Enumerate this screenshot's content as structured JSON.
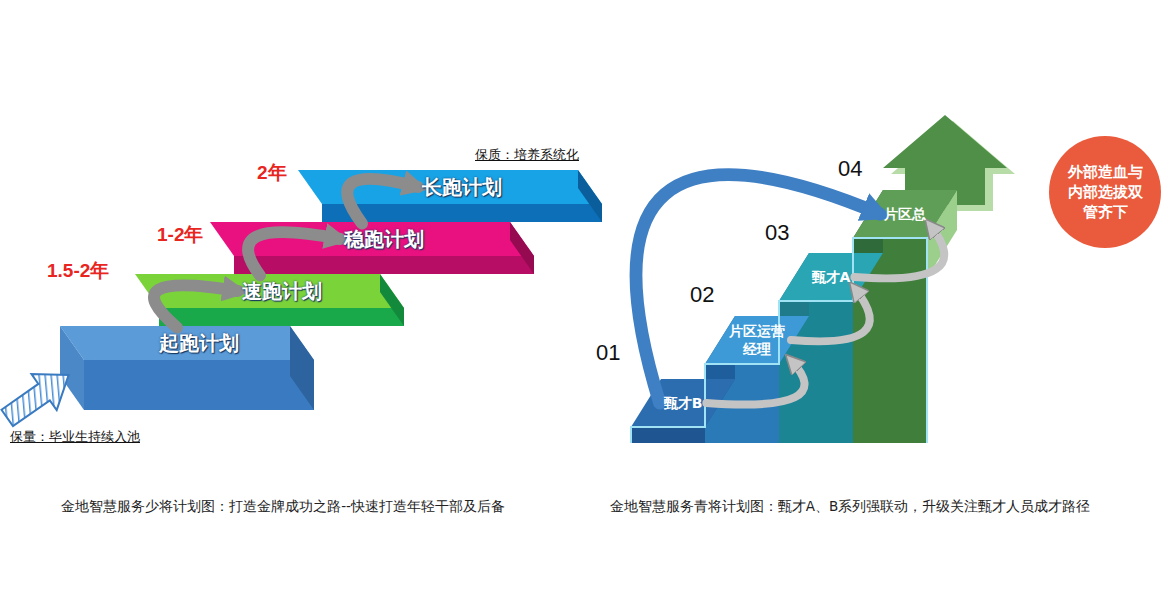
{
  "diagram": {
    "nodes": [
      {
        "text": [
          "起跑计划"
        ]
      },
      {
        "text": [
          "速跑计划"
        ]
      },
      {
        "text": [
          "稳跑计划"
        ]
      },
      {
        "text": [
          "长跑计划"
        ]
      },
      {
        "text": [
          "甄才B"
        ]
      },
      {
        "text": [
          "片区运营经理"
        ]
      },
      {
        "text": [
          "甄才A"
        ]
      },
      {
        "text": [
          "片区总"
        ]
      },
      {
        "text": [
          "外部造血与内部选拔双管齐下"
        ]
      }
    ],
    "edges": [
      {
        "from": 0,
        "to": 1,
        "arrow": "to",
        "label": "1.5-2年"
      },
      {
        "from": 1,
        "to": 2,
        "arrow": "to",
        "label": "1-2年"
      },
      {
        "from": 2,
        "to": 3,
        "arrow": "to",
        "label": "2年"
      },
      {
        "from": 4,
        "to": 5,
        "arrow": "to"
      },
      {
        "from": 5,
        "to": 6,
        "arrow": "to"
      },
      {
        "from": 6,
        "to": 7,
        "arrow": "to"
      },
      {
        "from": 4,
        "to": 7,
        "arrow": "to"
      }
    ],
    "labels": [
      "保质：培养系统化",
      "保量：毕业生持续入池",
      "01",
      "02",
      "03",
      "04",
      "金地智慧服务少将计划图：打造金牌成功之路--快速打造年轻干部及后备",
      "金地智慧服务青将计划图：甄才A、B系列强联动，升级关注甄才人员成才路径"
    ]
  }
}
